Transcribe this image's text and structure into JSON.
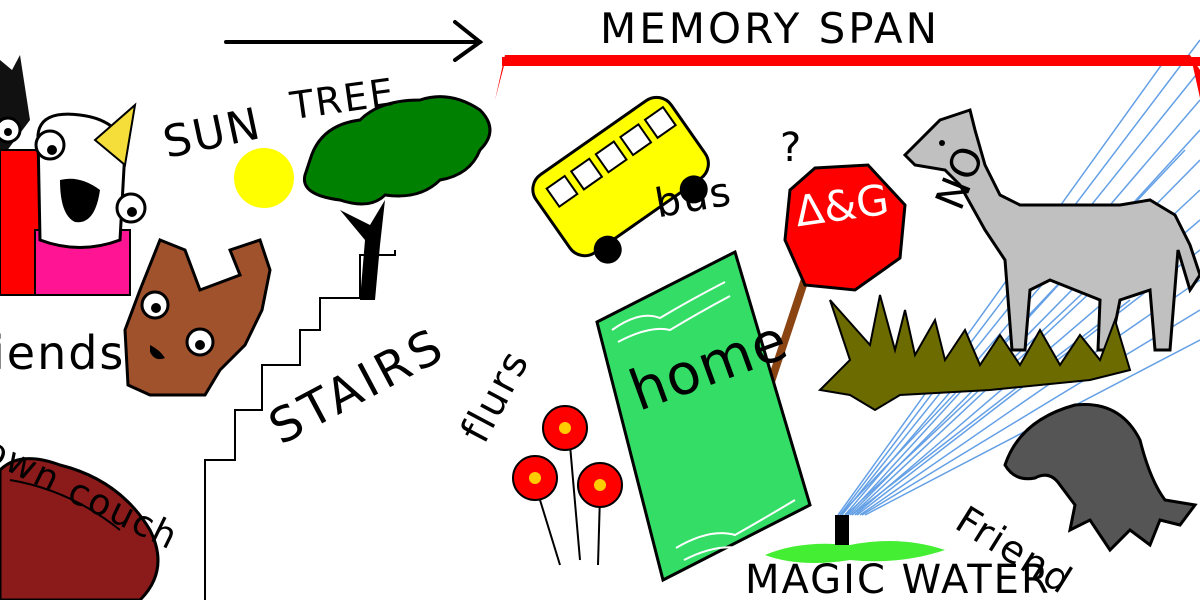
{
  "title": "MEMORY SPAN",
  "labels": {
    "sun": "SUN",
    "tree": "TREE",
    "friends": "iends",
    "couch": "own couch",
    "stairs": "STAIRS",
    "flurs": "flurs",
    "home": "home",
    "bus": "bus",
    "question": "?",
    "sign": "Δ&G",
    "no": "NO",
    "friend": "Friend",
    "magic_water": "MAGIC WATER"
  },
  "colors": {
    "span_bar": "#ff0000",
    "sun": "#ffff00",
    "tree": "#008000",
    "bus": "#ffff00",
    "home_book": "#33dd66",
    "stop_sign": "#ff0000",
    "horse": "#c0c0c0",
    "dog": "#a0522d",
    "couch": "#8b1a1a",
    "flowers": "#ff0000",
    "water": "#4a90e2",
    "grass": "#6b6b00",
    "pink": "#ff1493",
    "blob": "#555555"
  },
  "icons": [
    "arrow-right-icon",
    "sun-icon",
    "tree-icon",
    "stairs-icon",
    "bus-icon",
    "stop-sign-icon",
    "horse-icon",
    "home-book-icon",
    "flowers-icon",
    "sprinkler-icon",
    "dog-icon",
    "couch-icon",
    "friend-blob-icon"
  ]
}
